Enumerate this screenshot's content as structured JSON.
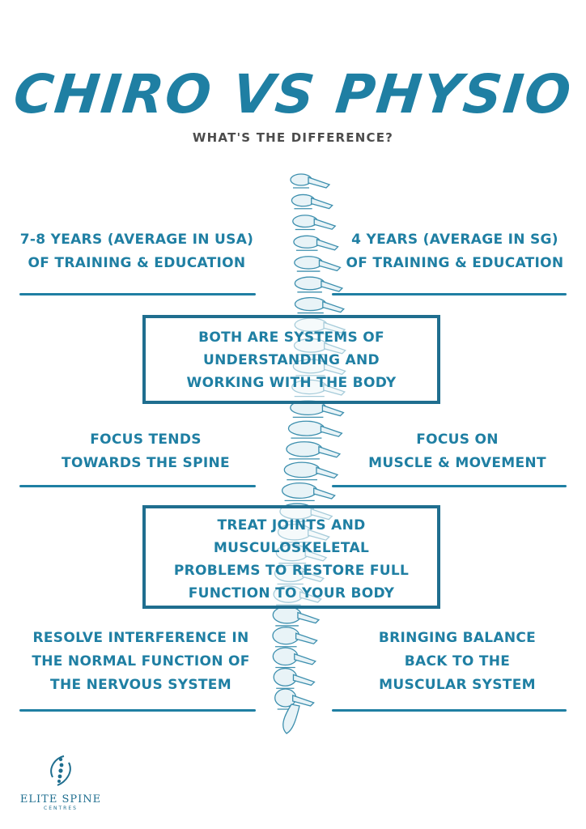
{
  "header": {
    "title": "CHIRO VS PHYSIO",
    "subtitle": "WHAT'S THE DIFFERENCE?"
  },
  "rows": [
    {
      "left": [
        "7-8 YEARS (AVERAGE IN USA)",
        "OF TRAINING & EDUCATION"
      ],
      "right": [
        "4  YEARS (AVERAGE IN SG)",
        "OF TRAINING & EDUCATION"
      ]
    },
    {
      "left": [
        "FOCUS TENDS",
        "TOWARDS THE SPINE"
      ],
      "right": [
        "FOCUS ON",
        "MUSCLE & MOVEMENT"
      ]
    },
    {
      "left": [
        "RESOLVE INTERFERENCE IN",
        "THE NORMAL FUNCTION OF",
        "THE NERVOUS SYSTEM"
      ],
      "right": [
        "BRINGING BALANCE",
        "BACK TO THE",
        "MUSCULAR SYSTEM"
      ]
    }
  ],
  "boxes": [
    [
      "BOTH ARE SYSTEMS OF",
      "UNDERSTANDING AND",
      "WORKING WITH THE BODY"
    ],
    [
      "TREAT JOINTS AND",
      "MUSCULOSKELETAL",
      "PROBLEMS TO RESTORE FULL",
      "FUNCTION TO YOUR BODY"
    ]
  ],
  "logo": {
    "name": "ELITE SPINE",
    "sub": "CENTRES"
  },
  "colors": {
    "accent": "#1f7fa3",
    "box_border": "#1f6e8f",
    "subtitle": "#4c4c4c"
  },
  "icons": {
    "spine": "spine-illustration-icon",
    "logo": "elite-spine-logo-icon"
  }
}
